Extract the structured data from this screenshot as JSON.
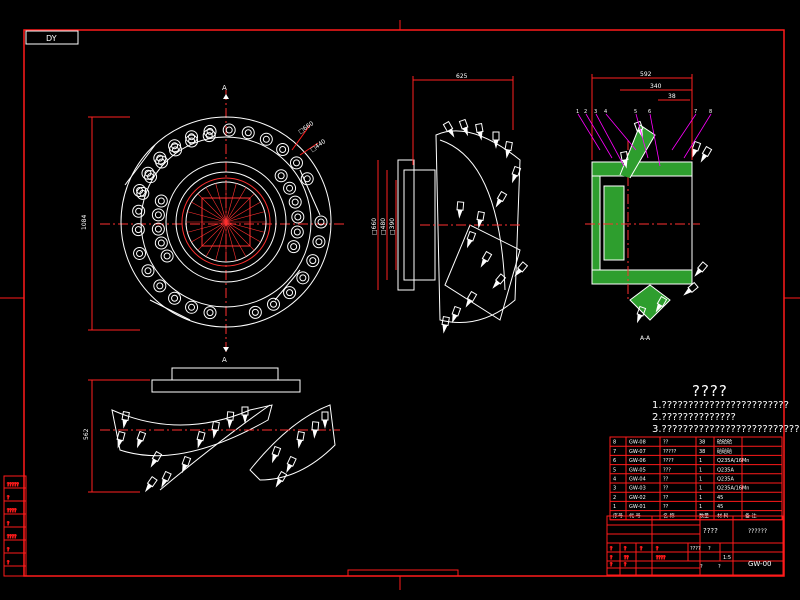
{
  "sheet": {
    "title_box": "DY",
    "frame_color": "#ff1a1a",
    "line_color": "#ffffff",
    "center_line_color": "#ff3030",
    "hatch_color": "#2e9e2e",
    "dim_color": "#ff2020"
  },
  "front_view": {
    "section_marks": [
      "A",
      "A"
    ],
    "dim_height": "1084",
    "callouts": [
      "□660",
      "□440"
    ]
  },
  "side_view": {
    "dim_top": "625",
    "dims_left": [
      "□660",
      "□480",
      "□390"
    ]
  },
  "section_view": {
    "dim_total": "592",
    "dim_mid": "340",
    "dim_small": "38",
    "part_labels": [
      "1",
      "2",
      "3",
      "4",
      "5",
      "6",
      "7",
      "8"
    ],
    "caption": "A-A"
  },
  "bottom_view": {
    "dim_height": "562"
  },
  "notes": {
    "title": "????",
    "lines": [
      "1.????????????????????????",
      "2.??????????????",
      "3.???????????????????????????"
    ]
  },
  "bom": {
    "rows": [
      {
        "no": "8",
        "code": "GW-08",
        "name": "??",
        "qty": "38",
        "mat": "硆硆硆"
      },
      {
        "no": "7",
        "code": "GW-07",
        "name": "?????",
        "qty": "38",
        "mat": "硆硆硆"
      },
      {
        "no": "6",
        "code": "GW-06",
        "name": "????",
        "qty": "1",
        "mat": "Q235A/16Mn"
      },
      {
        "no": "5",
        "code": "GW-05",
        "name": "???",
        "qty": "1",
        "mat": "Q235A"
      },
      {
        "no": "4",
        "code": "GW-04",
        "name": "??",
        "qty": "1",
        "mat": "Q235A"
      },
      {
        "no": "3",
        "code": "GW-03",
        "name": "??",
        "qty": "1",
        "mat": "Q235A/16Mn"
      },
      {
        "no": "2",
        "code": "GW-02",
        "name": "??",
        "qty": "1",
        "mat": "45"
      },
      {
        "no": "1",
        "code": "GW-01",
        "name": "??",
        "qty": "1",
        "mat": "45"
      }
    ],
    "header": [
      "序号",
      "代 号",
      "名 称",
      "数量",
      "材 料",
      "备 注"
    ]
  },
  "title_block": {
    "drawing_name": "????",
    "company": "??????",
    "drawing_no": "GW-00",
    "scale": "1:5",
    "sheet_a": "?",
    "sheet_b": "?",
    "qty_cell": "????",
    "weight_cell": "?",
    "small_cells": [
      "?",
      "?",
      "?",
      "?",
      "??",
      "?",
      "????",
      "?",
      "?"
    ]
  },
  "left_block": {
    "cells": [
      "?????",
      "?",
      "????",
      "?",
      "????",
      "?",
      "?"
    ]
  }
}
